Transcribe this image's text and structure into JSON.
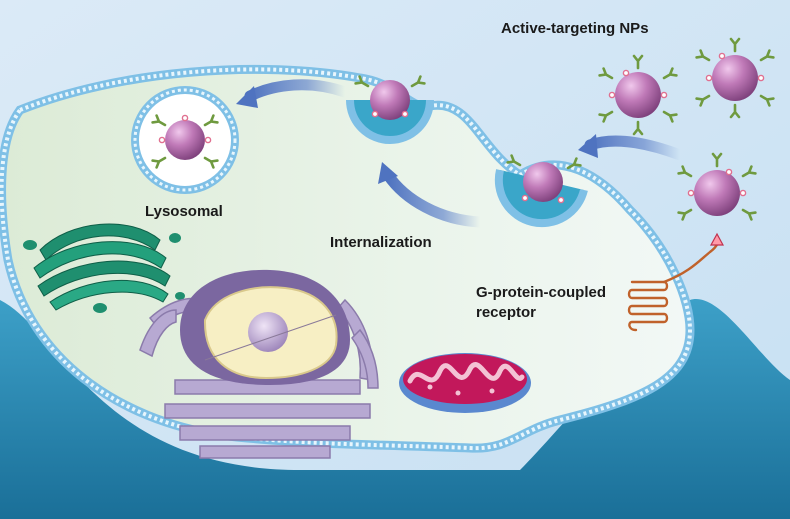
{
  "labels": {
    "active_targeting": "Active-targeting NPs",
    "lysosomal": "Lysosomal",
    "internalization": "Internalization",
    "gpcr_line1": "G-protein-coupled",
    "gpcr_line2": "receptor"
  },
  "colors": {
    "background": "#e4f1fa",
    "cytoplasm": "#e6f1e6",
    "membrane_head": "#bfe3f5",
    "membrane_edge": "#5aa9d6",
    "extracellular_wave": "#2c8fb8",
    "nanoparticle": "#b066a8",
    "antibody": "#7aa54a",
    "ligand": "#e07090",
    "arrow": "#6f8fce",
    "golgi": "#1f8f6f",
    "nucleus_er": "#a79bc5",
    "mitochondrion": "#c2185b",
    "receptor": "#c0622b"
  },
  "icons": {
    "nanoparticle": "nanoparticle-icon",
    "antibody": "antibody-icon",
    "golgi": "golgi-icon",
    "nucleus": "nucleus-icon",
    "mitochondrion": "mitochondrion-icon",
    "receptor": "receptor-icon"
  }
}
